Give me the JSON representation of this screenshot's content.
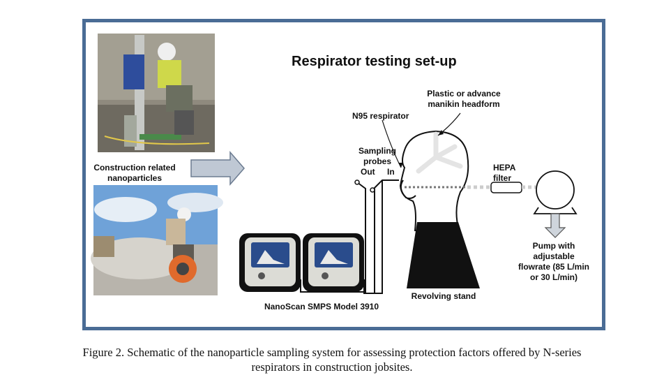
{
  "diagram": {
    "title": "Respirator testing set-up",
    "construction_label": [
      "Construction related",
      "nanoparticles"
    ],
    "headform_label": [
      "Plastic or advance",
      "manikin headform"
    ],
    "respirator_label": "N95 respirator",
    "probes_label": [
      "Sampling",
      "probes"
    ],
    "out_label": "Out",
    "in_label": "In",
    "hepa_label": [
      "HEPA",
      "filter"
    ],
    "pump_label": [
      "Pump with",
      "adjustable",
      "flowrate (85 L/min",
      "or 30 L/min)"
    ],
    "stand_label": "Revolving stand",
    "instrument_label": "NanoScan SMPS Model 3910"
  },
  "caption": {
    "line1": "Figure 2. Schematic of the nanoparticle sampling system for assessing protection factors offered by N-series",
    "line2": "respirators in construction jobsites."
  },
  "colors": {
    "frame": "#4a6c95",
    "arrow_fill": "#bfc8d4",
    "instrument_bg": "#111111",
    "screen": "#2a4c8c"
  }
}
